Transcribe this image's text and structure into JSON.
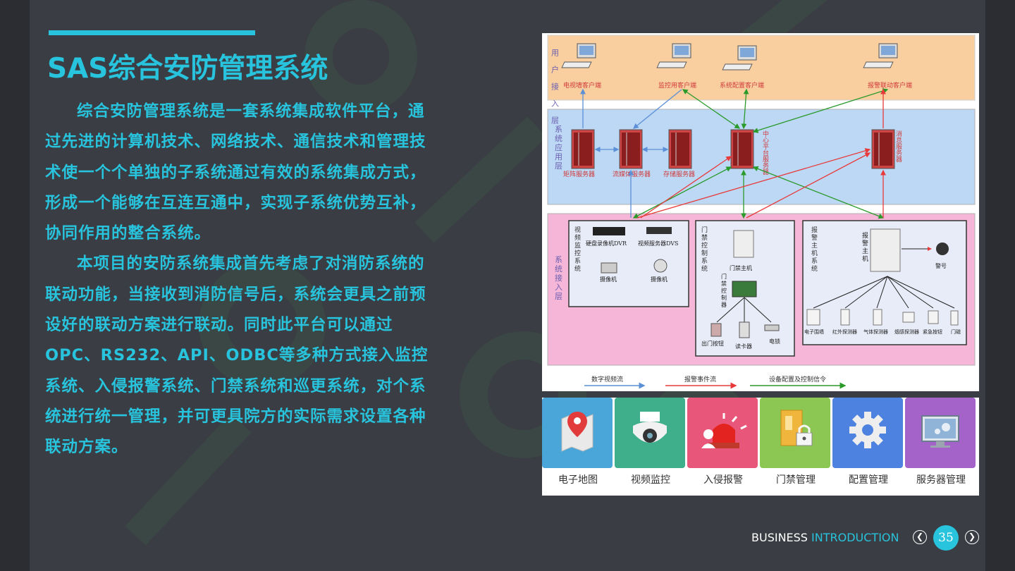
{
  "title": "SAS综合安防管理系统",
  "paragraphs": [
    "综合安防管理系统是一套系统集成软件平台，通过先进的计算机技术、网络技术、通信技术和管理技术使一个个单独的子系统通过有效的系统集成方式，形成一个能够在互连互通中，实现子系统优势互补，协同作用的整合系统。",
    "本项目的安防系统集成首先考虑了对消防系统的联动功能，当接收到消防信号后，系统会更具之前预设好的联动方案进行联动。同时此平台可以通过OPC、RS232、API、ODBC等多种方式接入监控系统、入侵报警系统、门禁系统和巡更系统，对个系统进行统一管理，并可更具院方的实际需求设置各种联动方案。"
  ],
  "diagram": {
    "layers": {
      "user": "用户接入层",
      "app": "系统应用层",
      "access": "系统接入层"
    },
    "clients": [
      "电视墙客户端",
      "监控用客户端",
      "系统配置客户端",
      "报警联动客户端"
    ],
    "servers": [
      "矩阵服务器",
      "流媒体服务器",
      "存储服务器",
      "中心平台服务器",
      "消息服务器"
    ],
    "video": {
      "title": "视频监控系统",
      "dvr": "硬盘录像机DVR",
      "dvs": "视频服务器DVS",
      "cam1": "摄像机",
      "cam2": "摄像机"
    },
    "door": {
      "title": "门禁控制系统",
      "host": "门禁主机",
      "controller": "门禁控制器",
      "button": "出门按钮",
      "reader": "读卡器",
      "lock": "电锁"
    },
    "alarm": {
      "title": "报警主机系统",
      "host": "报警主机",
      "siren": "警号",
      "sensors": [
        "电子围墙",
        "红外探测器",
        "气体探测器",
        "烟感探测器",
        "紧急按钮",
        "门磁"
      ]
    },
    "legend": [
      "数字视频流",
      "报警事件流",
      "设备配置及控制信令"
    ]
  },
  "tiles": [
    {
      "label": "电子地图",
      "icon": "map-pin-icon",
      "color": "#4aa6d8"
    },
    {
      "label": "视频监控",
      "icon": "camera-dome-icon",
      "color": "#3fae8a"
    },
    {
      "label": "入侵报警",
      "icon": "alarm-light-icon",
      "color": "#e8577a"
    },
    {
      "label": "门禁管理",
      "icon": "door-lock-icon",
      "color": "#8cc653"
    },
    {
      "label": "配置管理",
      "icon": "gear-icon",
      "color": "#4e82e0"
    },
    {
      "label": "服务器管理",
      "icon": "server-monitor-icon",
      "color": "#a463c9"
    }
  ],
  "footer": {
    "label_a": "BUSINESS",
    "label_b": "INTRODUCTION",
    "page": "35"
  },
  "colors": {
    "accent": "#28c3dc",
    "slide_bg": "#3a3d43",
    "video_flow": "#5b8fd6",
    "alarm_flow": "#e83a3a",
    "control_flow": "#2a9a2a"
  }
}
